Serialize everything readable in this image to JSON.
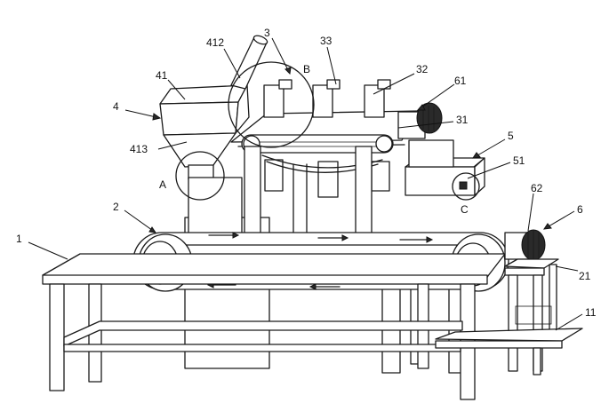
{
  "labels": {
    "l1": "1",
    "l2": "2",
    "l3": "3",
    "l4": "4",
    "l5": "5",
    "l6": "6",
    "l11": "11",
    "l21": "21",
    "l31": "31",
    "l32": "32",
    "l33": "33",
    "l41": "41",
    "l51": "51",
    "l61": "61",
    "l62": "62",
    "l412": "412",
    "l413": "413",
    "A": "A",
    "B": "B",
    "C": "C"
  }
}
